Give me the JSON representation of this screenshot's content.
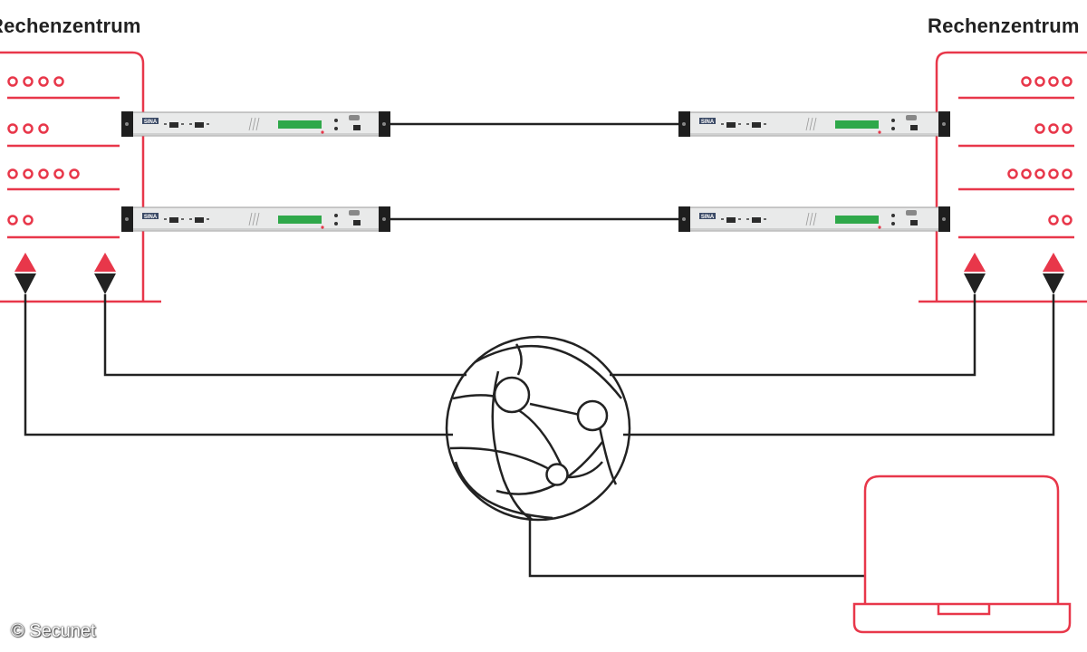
{
  "datacenter_left": {
    "title": "Rechenzentrum",
    "server_rows": [
      4,
      3,
      5,
      2
    ]
  },
  "datacenter_right": {
    "title": "Rechenzentrum",
    "server_rows": [
      4,
      3,
      5,
      2
    ]
  },
  "encryptor_device": {
    "logo": "SINA"
  },
  "copyright": "© Secunet",
  "colors": {
    "accent": "#e8374a",
    "line": "#222222",
    "device": "#e9eaea",
    "display": "#2fa84a"
  }
}
